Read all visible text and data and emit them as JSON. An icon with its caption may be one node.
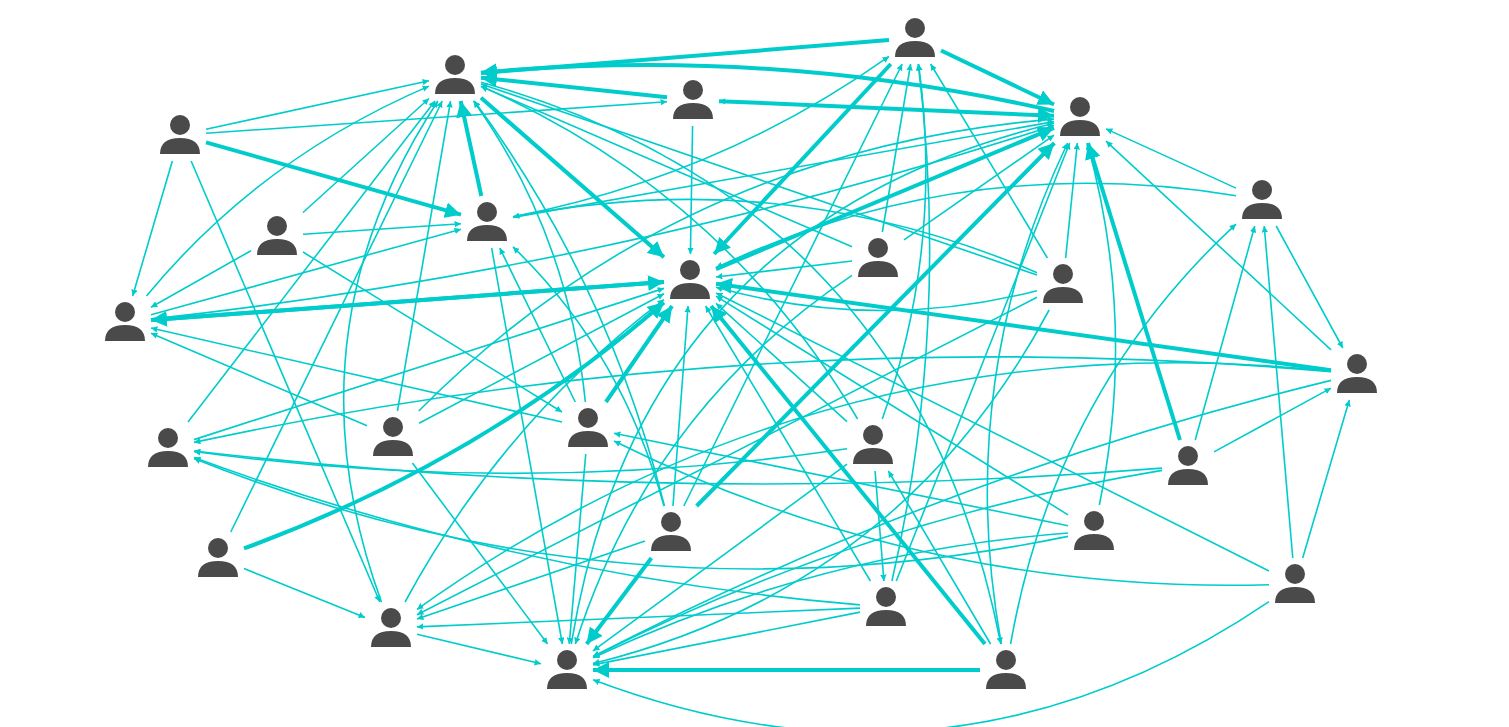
{
  "diagram": {
    "nodes": [
      {
        "text": [],
        "shape": "person"
      },
      {
        "text": [],
        "shape": "person"
      },
      {
        "text": [],
        "shape": "person"
      },
      {
        "text": [],
        "shape": "person"
      },
      {
        "text": [],
        "shape": "person"
      },
      {
        "text": [],
        "shape": "person"
      },
      {
        "text": [],
        "shape": "person"
      },
      {
        "text": [],
        "shape": "person"
      },
      {
        "text": [],
        "shape": "person"
      },
      {
        "text": [],
        "shape": "person"
      },
      {
        "text": [],
        "shape": "person"
      },
      {
        "text": [],
        "shape": "person"
      },
      {
        "text": [],
        "shape": "person"
      },
      {
        "text": [],
        "shape": "person"
      },
      {
        "text": [],
        "shape": "person"
      },
      {
        "text": [],
        "shape": "person"
      },
      {
        "text": [],
        "shape": "person"
      },
      {
        "text": [],
        "shape": "person"
      },
      {
        "text": [],
        "shape": "person"
      },
      {
        "text": [],
        "shape": "person"
      },
      {
        "text": [],
        "shape": "person"
      },
      {
        "text": [],
        "shape": "person"
      },
      {
        "text": [],
        "shape": "person"
      },
      {
        "text": [],
        "shape": "person"
      },
      {
        "text": [],
        "shape": "person"
      },
      {
        "text": [],
        "shape": "person"
      }
    ],
    "edges": [
      {
        "from": 0,
        "to": 1,
        "arrow": "to",
        "style": "thick"
      },
      {
        "from": 0,
        "to": 3,
        "arrow": "to",
        "style": "thick"
      },
      {
        "from": 2,
        "to": 1,
        "arrow": "to",
        "style": "thick"
      },
      {
        "from": 2,
        "to": 3,
        "arrow": "to",
        "style": "thick"
      },
      {
        "from": 3,
        "to": 1,
        "arrow": "to",
        "style": "thick"
      },
      {
        "from": 3,
        "to": 2,
        "arrow": "to"
      },
      {
        "from": 4,
        "to": 1,
        "arrow": "to"
      },
      {
        "from": 4,
        "to": 2,
        "arrow": "to"
      },
      {
        "from": 4,
        "to": 6,
        "arrow": "to",
        "style": "thick"
      },
      {
        "from": 4,
        "to": 11,
        "arrow": "to"
      },
      {
        "from": 4,
        "to": 23,
        "arrow": "to"
      },
      {
        "from": 5,
        "to": 3,
        "arrow": "to"
      },
      {
        "from": 5,
        "to": 12,
        "arrow": "to"
      },
      {
        "from": 5,
        "to": 9,
        "arrow": "to"
      },
      {
        "from": 6,
        "to": 1,
        "arrow": "to",
        "style": "thick"
      },
      {
        "from": 6,
        "to": 3,
        "arrow": "to"
      },
      {
        "from": 6,
        "to": 24,
        "arrow": "to"
      },
      {
        "from": 6,
        "to": 0,
        "arrow": "to"
      },
      {
        "from": 7,
        "to": 1,
        "arrow": "to"
      },
      {
        "from": 7,
        "to": 6,
        "arrow": "to"
      },
      {
        "from": 7,
        "to": 13,
        "arrow": "to"
      },
      {
        "from": 7,
        "to": 11,
        "arrow": "to"
      },
      {
        "from": 8,
        "to": 0,
        "arrow": "to"
      },
      {
        "from": 8,
        "to": 1,
        "arrow": "to"
      },
      {
        "from": 8,
        "to": 3,
        "arrow": "to"
      },
      {
        "from": 8,
        "to": 9,
        "arrow": "to"
      },
      {
        "from": 8,
        "to": 24,
        "arrow": "to"
      },
      {
        "from": 0,
        "to": 9,
        "arrow": "to",
        "style": "thick"
      },
      {
        "from": 9,
        "to": 3,
        "arrow": "to",
        "style": "thick"
      },
      {
        "from": 10,
        "to": 1,
        "arrow": "to"
      },
      {
        "from": 10,
        "to": 3,
        "arrow": "to"
      },
      {
        "from": 10,
        "to": 9,
        "arrow": "to"
      },
      {
        "from": 10,
        "to": 0,
        "arrow": "to"
      },
      {
        "from": 10,
        "to": 24,
        "arrow": "to"
      },
      {
        "from": 10,
        "to": 6,
        "arrow": "to"
      },
      {
        "from": 10,
        "to": 23,
        "arrow": "to"
      },
      {
        "from": 11,
        "to": 1,
        "arrow": "to"
      },
      {
        "from": 11,
        "to": 9,
        "arrow": "to",
        "style": "thick"
      },
      {
        "from": 11,
        "to": 6,
        "arrow": "to"
      },
      {
        "from": 11,
        "to": 3,
        "arrow": "to"
      },
      {
        "from": 12,
        "to": 9,
        "arrow": "to",
        "style": "thick"
      },
      {
        "from": 12,
        "to": 3,
        "arrow": "to"
      },
      {
        "from": 12,
        "to": 24,
        "arrow": "to"
      },
      {
        "from": 12,
        "to": 23,
        "arrow": "to"
      },
      {
        "from": 12,
        "to": 16,
        "arrow": "to"
      },
      {
        "from": 13,
        "to": 9,
        "arrow": "to",
        "style": "thick"
      },
      {
        "from": 13,
        "to": 1,
        "arrow": "to"
      },
      {
        "from": 13,
        "to": 6,
        "arrow": "to"
      },
      {
        "from": 13,
        "to": 11,
        "arrow": "to"
      },
      {
        "from": 13,
        "to": 24,
        "arrow": "to"
      },
      {
        "from": 14,
        "to": 1,
        "arrow": "to"
      },
      {
        "from": 14,
        "to": 9,
        "arrow": "to"
      },
      {
        "from": 14,
        "to": 3,
        "arrow": "to"
      },
      {
        "from": 14,
        "to": 24,
        "arrow": "to"
      },
      {
        "from": 14,
        "to": 11,
        "arrow": "to"
      },
      {
        "from": 15,
        "to": 9,
        "arrow": "to"
      },
      {
        "from": 15,
        "to": 1,
        "arrow": "to"
      },
      {
        "from": 15,
        "to": 0,
        "arrow": "to"
      },
      {
        "from": 15,
        "to": 24,
        "arrow": "to"
      },
      {
        "from": 15,
        "to": 22,
        "arrow": "to"
      },
      {
        "from": 15,
        "to": 16,
        "arrow": "to"
      },
      {
        "from": 16,
        "to": 1,
        "arrow": "to"
      },
      {
        "from": 16,
        "to": 9,
        "arrow": "to"
      },
      {
        "from": 17,
        "to": 3,
        "arrow": "to",
        "style": "thick"
      },
      {
        "from": 17,
        "to": 5,
        "arrow": "to"
      },
      {
        "from": 17,
        "to": 16,
        "arrow": "to"
      },
      {
        "from": 17,
        "to": 24,
        "arrow": "to"
      },
      {
        "from": 17,
        "to": 12,
        "arrow": "to"
      },
      {
        "from": 18,
        "to": 3,
        "arrow": "to"
      },
      {
        "from": 18,
        "to": 9,
        "arrow": "to"
      },
      {
        "from": 18,
        "to": 24,
        "arrow": "to"
      },
      {
        "from": 18,
        "to": 16,
        "arrow": "to"
      },
      {
        "from": 18,
        "to": 13,
        "arrow": "to"
      },
      {
        "from": 19,
        "to": 3,
        "arrow": "to",
        "style": "thick"
      },
      {
        "from": 19,
        "to": 9,
        "arrow": "to"
      },
      {
        "from": 19,
        "to": 1,
        "arrow": "to"
      },
      {
        "from": 19,
        "to": 0,
        "arrow": "to"
      },
      {
        "from": 19,
        "to": 24,
        "arrow": "to",
        "style": "thick"
      },
      {
        "from": 19,
        "to": 23,
        "arrow": "to"
      },
      {
        "from": 19,
        "to": 6,
        "arrow": "to"
      },
      {
        "from": 20,
        "to": 1,
        "arrow": "to"
      },
      {
        "from": 20,
        "to": 9,
        "arrow": "to",
        "style": "thick"
      },
      {
        "from": 20,
        "to": 23,
        "arrow": "to"
      },
      {
        "from": 21,
        "to": 5,
        "arrow": "to"
      },
      {
        "from": 21,
        "to": 12,
        "arrow": "to"
      },
      {
        "from": 21,
        "to": 9,
        "arrow": "to"
      },
      {
        "from": 21,
        "to": 24,
        "arrow": "to"
      },
      {
        "from": 21,
        "to": 13,
        "arrow": "to"
      },
      {
        "from": 22,
        "to": 0,
        "arrow": "to"
      },
      {
        "from": 22,
        "to": 3,
        "arrow": "to"
      },
      {
        "from": 22,
        "to": 9,
        "arrow": "to"
      },
      {
        "from": 22,
        "to": 24,
        "arrow": "to"
      },
      {
        "from": 22,
        "to": 23,
        "arrow": "to"
      },
      {
        "from": 22,
        "to": 16,
        "arrow": "to"
      },
      {
        "from": 23,
        "to": 1,
        "arrow": "to"
      },
      {
        "from": 23,
        "to": 9,
        "arrow": "to"
      },
      {
        "from": 23,
        "to": 24,
        "arrow": "to"
      },
      {
        "from": 24,
        "to": 3,
        "arrow": "to"
      },
      {
        "from": 25,
        "to": 9,
        "arrow": "to",
        "style": "thick"
      },
      {
        "from": 25,
        "to": 24,
        "arrow": "to",
        "style": "thick"
      },
      {
        "from": 25,
        "to": 3,
        "arrow": "to"
      },
      {
        "from": 25,
        "to": 5,
        "arrow": "to"
      },
      {
        "from": 25,
        "to": 15,
        "arrow": "to"
      },
      {
        "from": 2,
        "to": 9,
        "arrow": "to"
      },
      {
        "from": 1,
        "to": 9,
        "arrow": "to",
        "style": "thick"
      },
      {
        "from": 1,
        "to": 25,
        "arrow": "to"
      },
      {
        "from": 9,
        "to": 11,
        "arrow": "to",
        "style": "thick"
      }
    ]
  }
}
